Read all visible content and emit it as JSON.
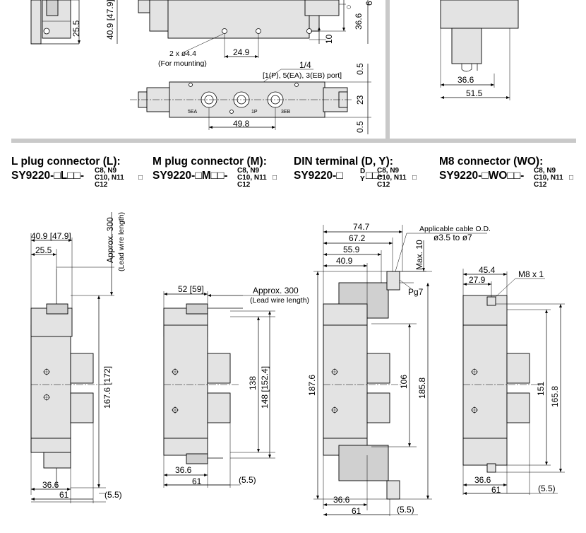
{
  "top": {
    "left_dims": {
      "d1": "40.9 [47.9]",
      "d2": "25.5"
    },
    "mid_dims": {
      "mount_holes": "2 x ø4.4",
      "mount_note": "(For mounting)",
      "pitch": "24.9",
      "right_h1": "36.6",
      "right_h2": "10",
      "right_cut": "6",
      "port_size": "1/4",
      "port_note": "[1(P), 5(EA), 3(EB) port]",
      "side_top": "0.5",
      "side_mid": "23",
      "side_bot": "0.5",
      "bottom_w": "49.8",
      "port_5ea": "5EA",
      "port_1p": "1P",
      "port_3eb": "3EB"
    },
    "right_dims": {
      "w1": "36.6",
      "w2": "51.5"
    }
  },
  "sections": [
    {
      "title": "L plug connector (L):",
      "prefix": "SY9220-",
      "code": "L",
      "suffix": "-",
      "top_opt": "C8, N9",
      "mid_opt": "C10, N11",
      "bot_opt": "C12"
    },
    {
      "title": "M plug connector (M):",
      "prefix": "SY9220-",
      "code": "M",
      "suffix": "-",
      "top_opt": "C8, N9",
      "mid_opt": "C10, N11",
      "bot_opt": "C12"
    },
    {
      "title": "DIN terminal (D, Y):",
      "prefix": "SY9220-",
      "code_top": "D",
      "code_bot": "Y",
      "suffix": "-",
      "top_opt": "C8, N9",
      "mid_opt": "C10, N11",
      "bot_opt": "C12"
    },
    {
      "title": "M8 connector (WO):",
      "prefix": "SY9220-",
      "code": "WO",
      "suffix": "-",
      "top_opt": "C8, N9",
      "mid_opt": "C10, N11",
      "bot_opt": "C12"
    }
  ],
  "views": {
    "L": {
      "w_top": "40.9 [47.9]",
      "w_inner": "25.5",
      "lead": "Approx. 300",
      "lead_note": "(Lead wire length)",
      "height": "167.6 [172]",
      "b1": "36.6",
      "b2": "61",
      "b3": "(5.5)"
    },
    "M": {
      "w_top": "52 [59]",
      "lead": "Approx. 300",
      "lead_note": "(Lead wire length)",
      "h1": "138",
      "h2": "148 [152.4]",
      "b1": "36.6",
      "b2": "61",
      "b3": "(5.5)"
    },
    "DIN": {
      "w1": "74.7",
      "w2": "67.2",
      "w3": "55.9",
      "w4": "40.9",
      "cable": "Applicable cable O.D.",
      "cable_val": "ø3.5 to ø7",
      "max": "Max. 10",
      "pg": "Pg7",
      "h_total": "187.6",
      "h1": "106",
      "h2": "185.8",
      "b1": "36.6",
      "b2": "61",
      "b3": "(5.5)"
    },
    "M8": {
      "w1": "45.4",
      "w2": "27.9",
      "thread": "M8 x 1",
      "h1": "151",
      "h2": "165.8",
      "b1": "36.6",
      "b2": "61",
      "b3": "(5.5)"
    }
  }
}
